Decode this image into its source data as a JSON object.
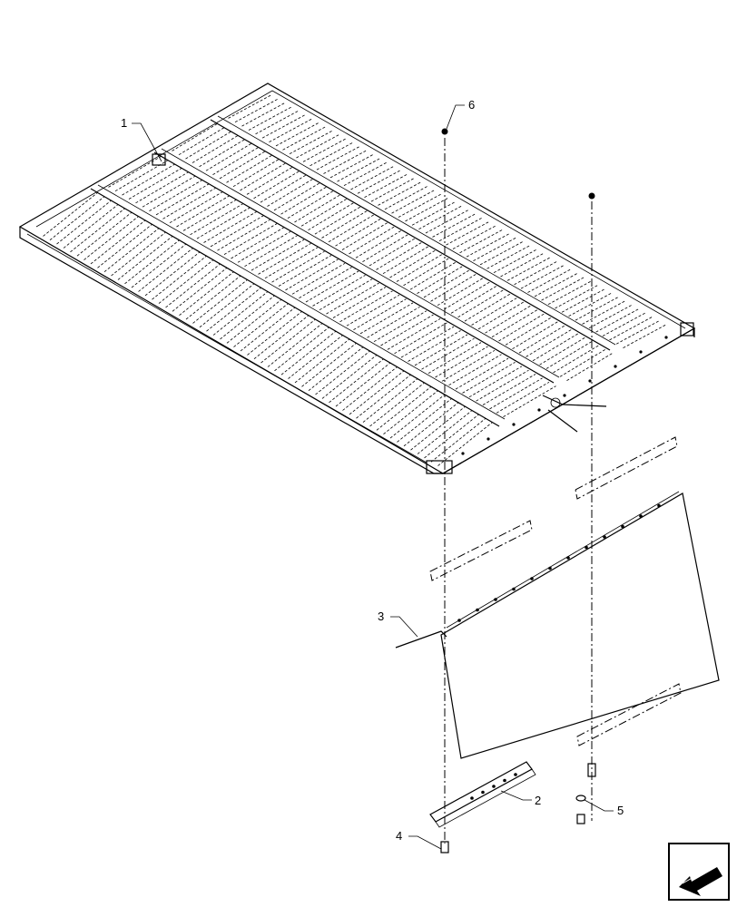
{
  "diagram": {
    "callouts": [
      {
        "id": "1",
        "label": "1"
      },
      {
        "id": "2",
        "label": "2"
      },
      {
        "id": "3",
        "label": "3"
      },
      {
        "id": "4",
        "label": "4"
      },
      {
        "id": "5",
        "label": "5"
      },
      {
        "id": "6",
        "label": "6"
      }
    ],
    "corner_icon": "back-arrow-icon",
    "colors": {
      "line": "#000000",
      "background": "#ffffff"
    }
  }
}
